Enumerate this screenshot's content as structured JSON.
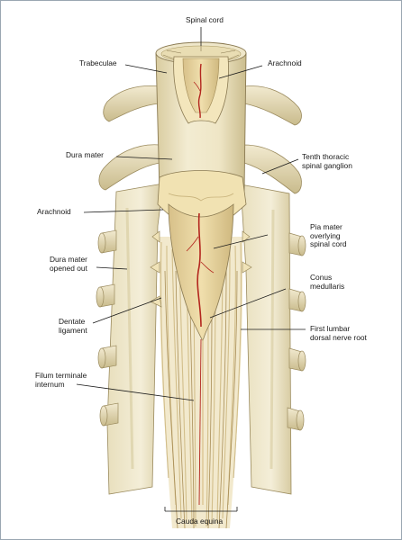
{
  "labels": {
    "spinal_cord": "Spinal cord",
    "trabeculae": "Trabeculae",
    "arachnoid_top": "Arachnoid",
    "dura_mater": "Dura mater",
    "tenth_thoracic_1": "Tenth thoracic",
    "tenth_thoracic_2": "spinal ganglion",
    "arachnoid_mid": "Arachnoid",
    "pia_mater_1": "Pia mater",
    "pia_mater_2": "overlying",
    "pia_mater_3": "spinal cord",
    "dura_open_1": "Dura mater",
    "dura_open_2": "opened out",
    "conus_1": "Conus",
    "conus_2": "medullaris",
    "dentate_1": "Dentate",
    "dentate_2": "ligament",
    "first_lumbar_1": "First lumbar",
    "first_lumbar_2": "dorsal nerve root",
    "filum_1": "Filum terminale",
    "filum_2": "internum",
    "cauda_equina": "Cauda equina"
  },
  "colors": {
    "dura": "#efe6c6",
    "dura_shadow": "#cdbf93",
    "arachnoid": "#f1e2b2",
    "cord": "#e6d29c",
    "vessel": "#b3261e",
    "outline": "#8a7a52",
    "leader": "#1a1a1a"
  }
}
